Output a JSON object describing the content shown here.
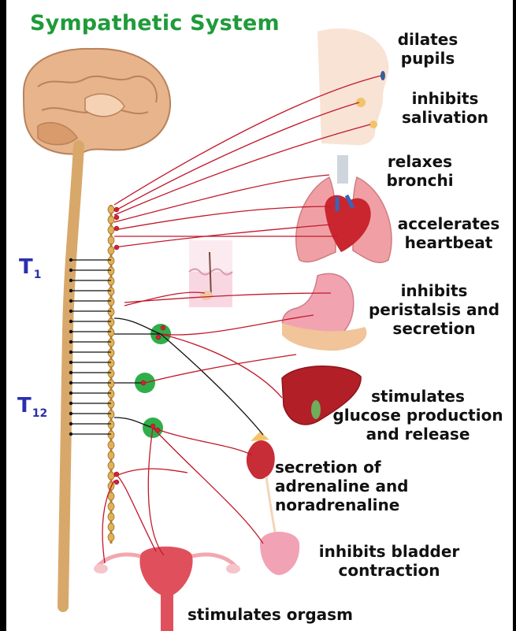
{
  "title": "Sympathetic System",
  "markers": {
    "t1_main": "T",
    "t1_sub": "1",
    "t12_main": "T",
    "t12_sub": "12"
  },
  "effects": {
    "eyes": "dilates\npupils",
    "salivary": "inhibits\nsalivation",
    "lungs": "relaxes\nbronchi",
    "heart": "accelerates\nheartbeat",
    "stomach": "inhibits\nperistalsis and\nsecretion",
    "liver": "stimulates\nglucose production\nand release",
    "adrenal": "secretion of\nadrenaline and\nnoradrenaline",
    "bladder": "inhibits bladder\ncontraction",
    "reproductive": "stimulates orgasm"
  },
  "colors": {
    "title": "#1f9b3a",
    "nerve": "#c2182b",
    "ganglion": "#2fae4a",
    "spine": "#d8a86a",
    "marker": "#2b2fb0"
  }
}
